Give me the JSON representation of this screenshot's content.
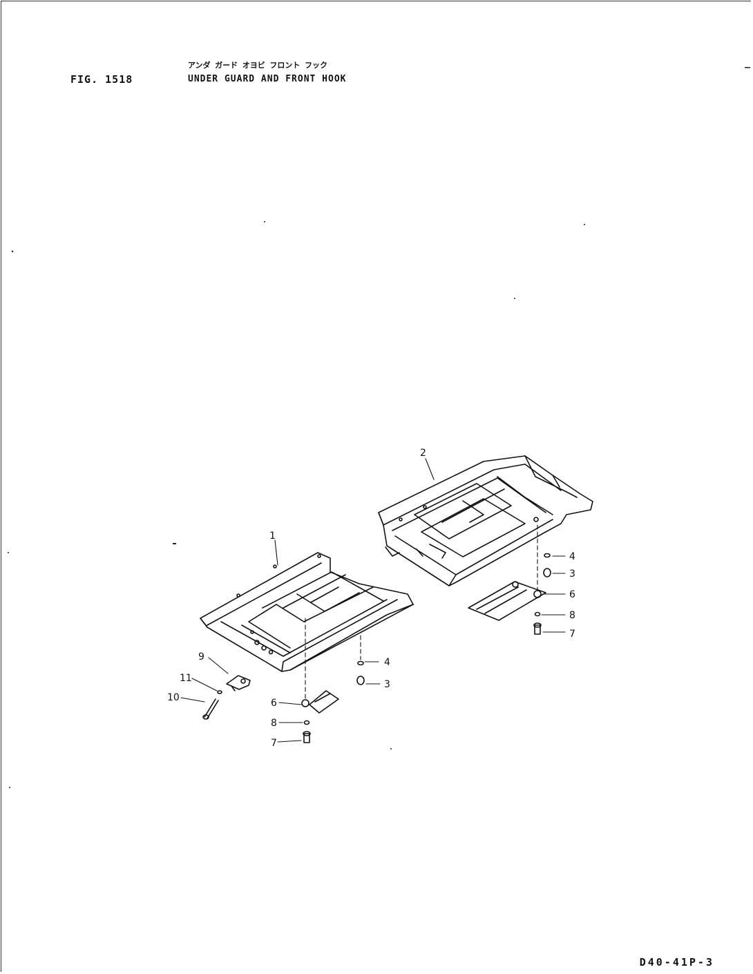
{
  "header": {
    "fig_number": "FIG. 1518",
    "title_jp": "アンダ ガード オヨビ フロント フック",
    "title_en": "UNDER GUARD AND FRONT HOOK"
  },
  "footer": {
    "doc_code": "D40-41P-3"
  },
  "callouts": {
    "c1": "1",
    "c2": "2",
    "c3a": "3",
    "c3b": "3",
    "c4a": "4",
    "c4b": "4",
    "c6a": "6",
    "c6b": "6",
    "c7a": "7",
    "c7b": "7",
    "c8a": "8",
    "c8b": "8",
    "c9": "9",
    "c10": "10",
    "c11": "11"
  }
}
